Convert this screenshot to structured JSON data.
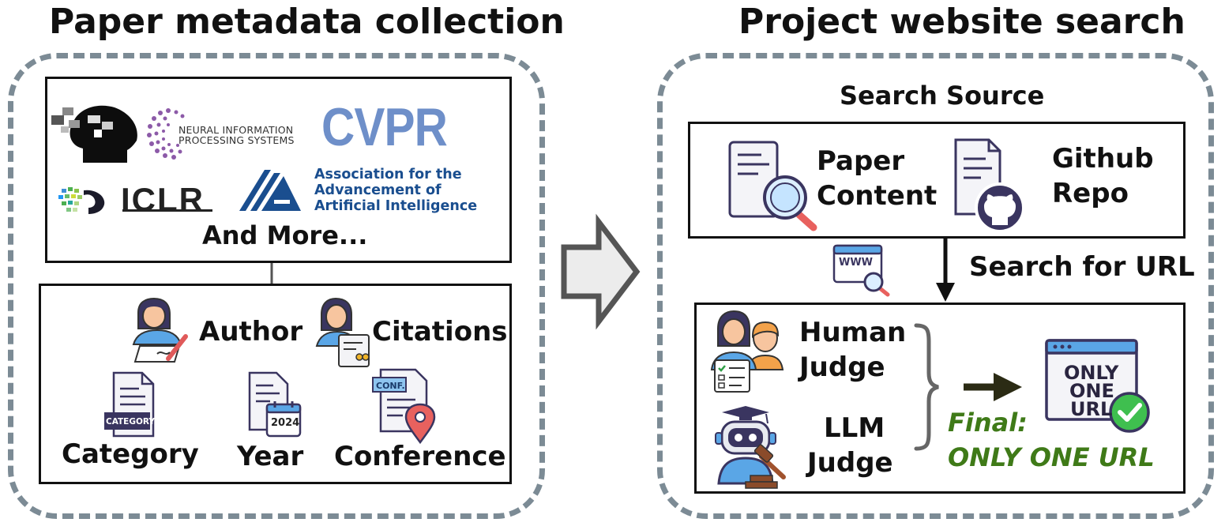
{
  "left": {
    "title": "Paper metadata collection",
    "logos": {
      "neurips_line1": "NEURAL INFORMATION",
      "neurips_line2": "PROCESSING SYSTEMS",
      "cvpr": "CVPR",
      "iclr": "ICLR",
      "aaai_line1": "Association for the",
      "aaai_line2": "Advancement of",
      "aaai_line3": "Artificial Intelligence",
      "and_more": "And More..."
    },
    "fields": {
      "author": "Author",
      "citations": "Citations",
      "category": "Category",
      "category_tag": "CATEGORY",
      "year": "Year",
      "year_tag": "2024",
      "conference": "Conference",
      "conf_tag": "CONF."
    }
  },
  "right": {
    "title": "Project website search",
    "source_label": "Search Source",
    "paper_content_1": "Paper",
    "paper_content_2": "Content",
    "github_1": "Github",
    "github_2": "Repo",
    "www": "WWW",
    "search_for_url": "Search for URL",
    "human_judge_1": "Human",
    "human_judge_2": "Judge",
    "llm_judge_1": "LLM",
    "llm_judge_2": "Judge",
    "final_label": "Final:",
    "final_value": "ONLY ONE URL",
    "only_one_url_1": "ONLY",
    "only_one_url_2": "ONE",
    "only_one_url_3": "URL"
  }
}
